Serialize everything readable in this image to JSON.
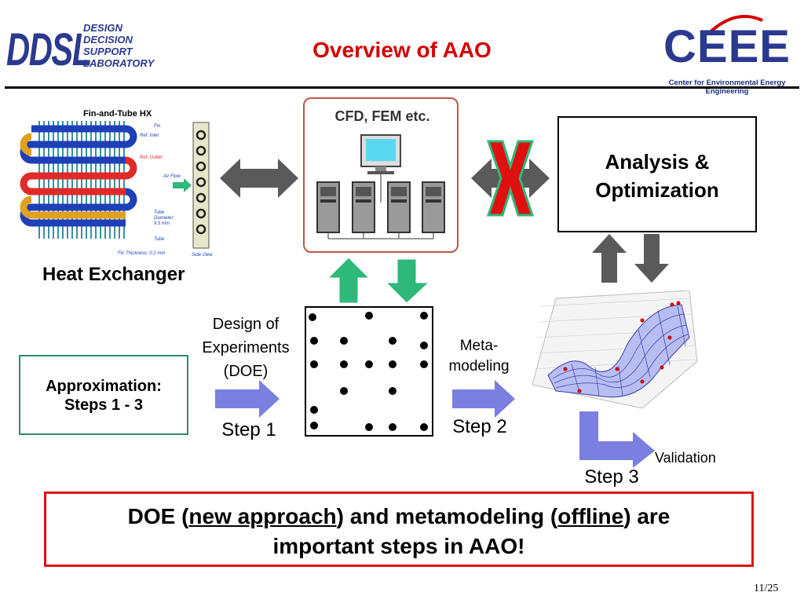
{
  "header": {
    "title": "Overview of AAO",
    "ddsl_logo": {
      "big": "DDSL",
      "lines": [
        "DESIGN",
        "DECISION",
        "SUPPORT",
        "LABORATORY"
      ]
    },
    "ceee_logo": {
      "big": "CEEE",
      "subtitle": "Center for Environmental Energy Engineering"
    }
  },
  "heat_exchanger": {
    "label": "Heat Exchanger",
    "figure": {
      "title": "Fin-and-Tube HX",
      "fin": "Fin",
      "ref_inlet": "Ref. Inlet",
      "ref_outlet": "Ref. Outlet",
      "air_flow": "Air Flow",
      "tube_diameter": [
        "Tube",
        "Diameter:",
        "9.5 mm"
      ],
      "tube": "Tube",
      "fin_thickness": "Fin Thickness: 0.1 mm",
      "side_view": "Side View"
    }
  },
  "cfd": {
    "title": "CFD, FEM etc."
  },
  "analysis": {
    "line1": "Analysis &",
    "line2": "Optimization"
  },
  "approximation": {
    "line1": "Approximation:",
    "line2": "Steps 1 - 3"
  },
  "doe": {
    "lines": [
      "Design of",
      "Experiments",
      "(DOE)"
    ],
    "step": "Step 1"
  },
  "metamodeling": {
    "lines": [
      "Meta-",
      "modeling"
    ],
    "step": "Step 2"
  },
  "validation": {
    "label": "Validation",
    "step": "Step 3"
  },
  "bottom": {
    "part1": "DOE (",
    "u1": "new approach",
    "part2": ") and metamodeling (",
    "u2": "offline",
    "part3": ") are",
    "line2": "important steps in AAO!"
  },
  "page_number": "11/25",
  "colors": {
    "title_red": "#d40000",
    "logo_blue": "#2b3a8f",
    "arrow_gray": "#5a5a5a",
    "arrow_green": "#2eb87a",
    "arrow_blue": "#7b7fe0",
    "cross_red": "#e01010",
    "bottom_border": "#e01010"
  }
}
